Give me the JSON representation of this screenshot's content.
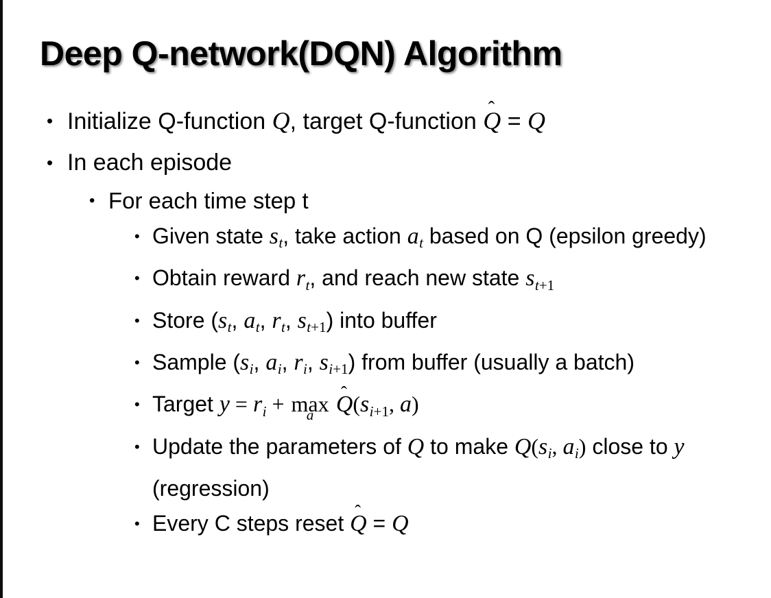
{
  "slide": {
    "title": "Deep Q-network(DQN) Algorithm",
    "background_color": "#ffffff",
    "text_color": "#000000",
    "bullet_glyph": "•",
    "content": [
      {
        "level": 1,
        "id": "initialize",
        "text_plain": "Initialize Q-function Q, target Q-function Q̂ = Q",
        "segments": [
          {
            "kind": "text",
            "value": "Initialize Q-function "
          },
          {
            "kind": "var",
            "value": "Q"
          },
          {
            "kind": "text",
            "value": ", target Q-function "
          },
          {
            "kind": "hatvar",
            "value": "Q"
          },
          {
            "kind": "text",
            "value": " = "
          },
          {
            "kind": "var",
            "value": "Q"
          }
        ]
      },
      {
        "level": 1,
        "id": "in-each-episode",
        "text_plain": "In each episode",
        "segments": [
          {
            "kind": "text",
            "value": "In each episode"
          }
        ]
      },
      {
        "level": 2,
        "id": "for-each-time-step",
        "text_plain": "For each time step t",
        "segments": [
          {
            "kind": "text",
            "value": "For each time step t"
          }
        ]
      },
      {
        "level": 3,
        "id": "given-state",
        "text_plain": "Given state s_t, take action a_t based on Q (epsilon greedy)",
        "segments": [
          {
            "kind": "text",
            "value": "Given state "
          },
          {
            "kind": "var",
            "value": "s",
            "sub": "t"
          },
          {
            "kind": "text",
            "value": ", take action "
          },
          {
            "kind": "var",
            "value": "a",
            "sub": "t"
          },
          {
            "kind": "text",
            "value": " based on Q (epsilon greedy)"
          }
        ]
      },
      {
        "level": 3,
        "id": "obtain-reward",
        "text_plain": "Obtain reward r_t, and reach new state s_t+1",
        "segments": [
          {
            "kind": "text",
            "value": "Obtain reward "
          },
          {
            "kind": "var",
            "value": "r",
            "sub": "t"
          },
          {
            "kind": "text",
            "value": ", and reach new state "
          },
          {
            "kind": "var",
            "value": "s",
            "sub": "t+1"
          }
        ]
      },
      {
        "level": 3,
        "id": "store-transition",
        "text_plain": "Store (s_t, a_t, r_t, s_t+1) into buffer",
        "segments": [
          {
            "kind": "text",
            "value": "Store ("
          },
          {
            "kind": "var",
            "value": "s",
            "sub": "t"
          },
          {
            "kind": "text",
            "value": ", "
          },
          {
            "kind": "var",
            "value": "a",
            "sub": "t"
          },
          {
            "kind": "text",
            "value": ", "
          },
          {
            "kind": "var",
            "value": "r",
            "sub": "t"
          },
          {
            "kind": "text",
            "value": ", "
          },
          {
            "kind": "var",
            "value": "s",
            "sub": "t+1"
          },
          {
            "kind": "text",
            "value": ") into buffer"
          }
        ]
      },
      {
        "level": 3,
        "id": "sample-batch",
        "text_plain": "Sample (s_i, a_i, r_i, s_i+1) from buffer (usually a batch)",
        "segments": [
          {
            "kind": "text",
            "value": "Sample ("
          },
          {
            "kind": "var",
            "value": "s",
            "sub": "i"
          },
          {
            "kind": "text",
            "value": ", "
          },
          {
            "kind": "var",
            "value": "a",
            "sub": "i"
          },
          {
            "kind": "text",
            "value": ", "
          },
          {
            "kind": "var",
            "value": "r",
            "sub": "i"
          },
          {
            "kind": "text",
            "value": ", "
          },
          {
            "kind": "var",
            "value": "s",
            "sub": "i+1"
          },
          {
            "kind": "text",
            "value": ") from buffer (usually a batch)"
          }
        ]
      },
      {
        "level": 3,
        "id": "target-formula",
        "text_plain": "Target y = r_i + max_a Q̂(s_i+1, a)",
        "segments": [
          {
            "kind": "text",
            "value": "Target "
          },
          {
            "kind": "var",
            "value": "y"
          },
          {
            "kind": "op",
            "value": " = "
          },
          {
            "kind": "var",
            "value": "r",
            "sub": "i"
          },
          {
            "kind": "op",
            "value": " + "
          },
          {
            "kind": "maxop",
            "value": "max",
            "under": "a"
          },
          {
            "kind": "hatvar",
            "value": "Q"
          },
          {
            "kind": "op",
            "value": "("
          },
          {
            "kind": "var",
            "value": "s",
            "sub": "i+1"
          },
          {
            "kind": "op",
            "value": ", "
          },
          {
            "kind": "var",
            "value": "a"
          },
          {
            "kind": "op",
            "value": ")"
          }
        ]
      },
      {
        "level": 3,
        "id": "update-parameters",
        "text_plain": "Update the parameters of Q to make Q(s_i, a_i) close to y (regression)",
        "segments": [
          {
            "kind": "text",
            "value": "Update the parameters of "
          },
          {
            "kind": "var",
            "value": "Q"
          },
          {
            "kind": "text",
            "value": " to make "
          },
          {
            "kind": "var",
            "value": "Q"
          },
          {
            "kind": "op",
            "value": "("
          },
          {
            "kind": "var",
            "value": "s",
            "sub": "i"
          },
          {
            "kind": "op",
            "value": ", "
          },
          {
            "kind": "var",
            "value": "a",
            "sub": "i"
          },
          {
            "kind": "op",
            "value": ")"
          },
          {
            "kind": "text",
            "value": " close to "
          },
          {
            "kind": "var",
            "value": "y"
          },
          {
            "kind": "text",
            "value": " (regression)"
          }
        ]
      },
      {
        "level": 3,
        "id": "reset-target-network",
        "text_plain": "Every C steps reset Q̂ = Q",
        "segments": [
          {
            "kind": "text",
            "value": "Every C steps reset "
          },
          {
            "kind": "hatvar",
            "value": "Q"
          },
          {
            "kind": "text",
            "value": " = "
          },
          {
            "kind": "var",
            "value": "Q"
          }
        ]
      }
    ]
  }
}
